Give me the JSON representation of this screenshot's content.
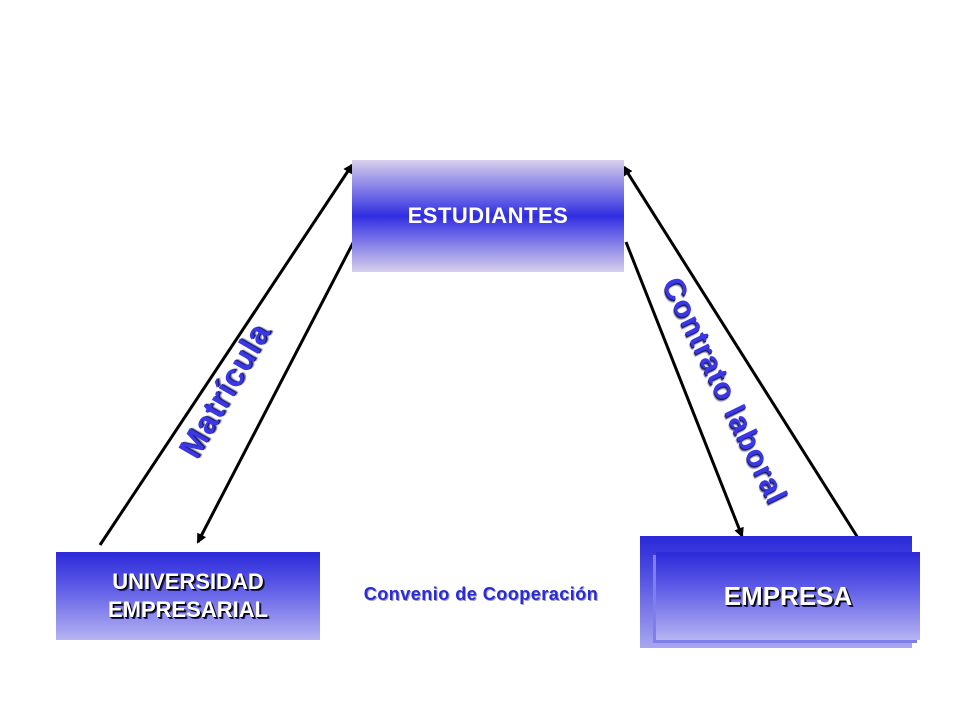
{
  "nodes": {
    "estudiantes": "ESTUDIANTES",
    "universidad_line1": "UNIVERSIDAD",
    "universidad_line2": "EMPRESARIAL",
    "empresa": "EMPRESA"
  },
  "edges": {
    "matricula": "Matrícula",
    "contrato": "Contrato laboral",
    "convenio": "Convenio de Cooperación"
  },
  "colors": {
    "box_blue": "#2f2ce0",
    "label_blue": "#3a38e6",
    "arrow": "#000000"
  }
}
